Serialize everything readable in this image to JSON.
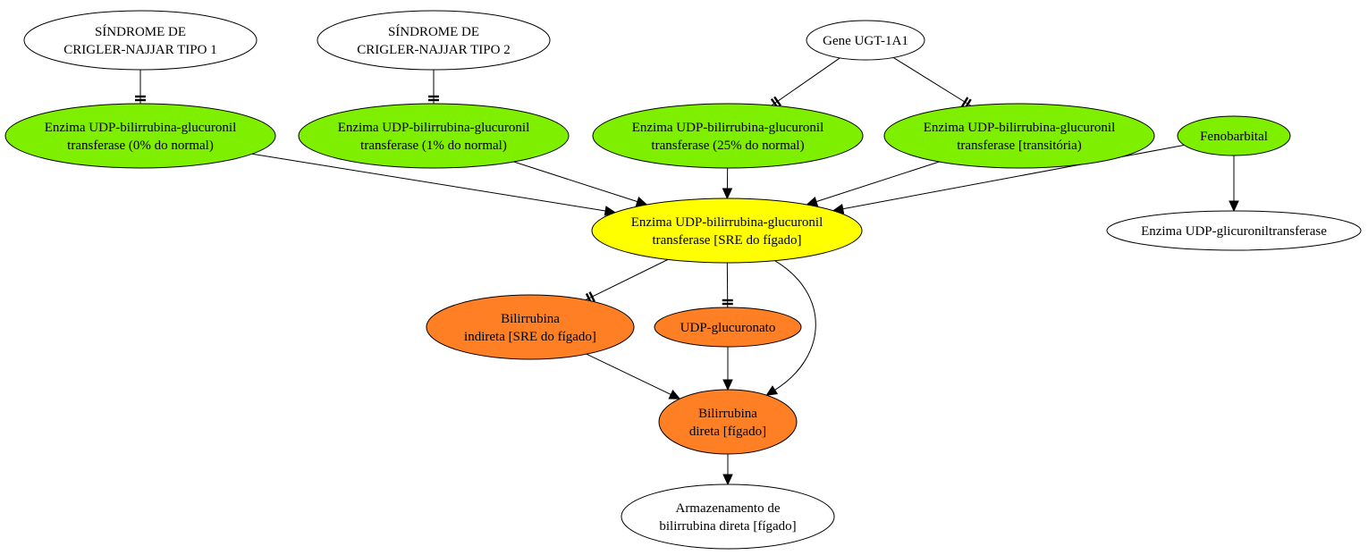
{
  "nodes": [
    {
      "id": "crigler1",
      "lines": [
        "SÍNDROME DE",
        "CRIGLER-NAJJAR TIPO 1"
      ],
      "fill": "#ffffff"
    },
    {
      "id": "crigler2",
      "lines": [
        "SÍNDROME DE",
        "CRIGLER-NAJJAR TIPO 2"
      ],
      "fill": "#ffffff"
    },
    {
      "id": "ugt1a1",
      "lines": [
        "Gene UGT-1A1"
      ],
      "fill": "#ffffff"
    },
    {
      "id": "enz0",
      "lines": [
        "Enzima UDP-bilirrubina-glucuronil",
        "transferase (0% do normal)"
      ],
      "fill": "#7fef00"
    },
    {
      "id": "enz1",
      "lines": [
        "Enzima UDP-bilirrubina-glucuronil",
        "transferase (1% do normal)"
      ],
      "fill": "#7fef00"
    },
    {
      "id": "enz25",
      "lines": [
        "Enzima UDP-bilirrubina-glucuronil",
        "transferase (25% do normal)"
      ],
      "fill": "#7fef00"
    },
    {
      "id": "enztrans",
      "lines": [
        "Enzima UDP-bilirrubina-glucuronil",
        "transferase [transitória)"
      ],
      "fill": "#7fef00"
    },
    {
      "id": "fenobarbital",
      "lines": [
        "Fenobarbital"
      ],
      "fill": "#7fef00"
    },
    {
      "id": "enzsre",
      "lines": [
        "Enzima UDP-bilirrubina-glucuronil",
        "transferase [SRE do fígado]"
      ],
      "fill": "#ffff00"
    },
    {
      "id": "udpglicuronil",
      "lines": [
        "Enzima UDP-glicuroniltransferase"
      ],
      "fill": "#ffffff"
    },
    {
      "id": "bilind",
      "lines": [
        "Bilirrubina",
        "indireta [SRE do fígado]"
      ],
      "fill": "#ff7f24"
    },
    {
      "id": "udpglucuronato",
      "lines": [
        "UDP-glucuronato"
      ],
      "fill": "#ff7f24"
    },
    {
      "id": "bildir",
      "lines": [
        "Bilirrubina",
        "direta [fígado]"
      ],
      "fill": "#ff7f24"
    },
    {
      "id": "armazenamento",
      "lines": [
        "Armazenamento de",
        "bilirrubina direta [fígado]"
      ],
      "fill": "#ffffff"
    }
  ],
  "edges": [
    {
      "from": "crigler1",
      "to": "enz0",
      "type": "inhibit-single"
    },
    {
      "from": "crigler2",
      "to": "enz1",
      "type": "inhibit-single"
    },
    {
      "from": "ugt1a1",
      "to": "enz25",
      "type": "inhibit-double"
    },
    {
      "from": "ugt1a1",
      "to": "enztrans",
      "type": "inhibit-double"
    },
    {
      "from": "enz0",
      "to": "enzsre",
      "type": "arrow"
    },
    {
      "from": "enz1",
      "to": "enzsre",
      "type": "arrow"
    },
    {
      "from": "enz25",
      "to": "enzsre",
      "type": "arrow"
    },
    {
      "from": "enztrans",
      "to": "enzsre",
      "type": "arrow"
    },
    {
      "from": "fenobarbital",
      "to": "enzsre",
      "type": "arrow"
    },
    {
      "from": "fenobarbital",
      "to": "udpglicuronil",
      "type": "arrow"
    },
    {
      "from": "enzsre",
      "to": "bilind",
      "type": "inhibit-double"
    },
    {
      "from": "enzsre",
      "to": "udpglucuronato",
      "type": "inhibit-single"
    },
    {
      "from": "enzsre",
      "to": "bildir",
      "type": "arrow"
    },
    {
      "from": "bilind",
      "to": "bildir",
      "type": "arrow"
    },
    {
      "from": "udpglucuronato",
      "to": "bildir",
      "type": "arrow"
    },
    {
      "from": "bildir",
      "to": "armazenamento",
      "type": "arrow"
    }
  ]
}
